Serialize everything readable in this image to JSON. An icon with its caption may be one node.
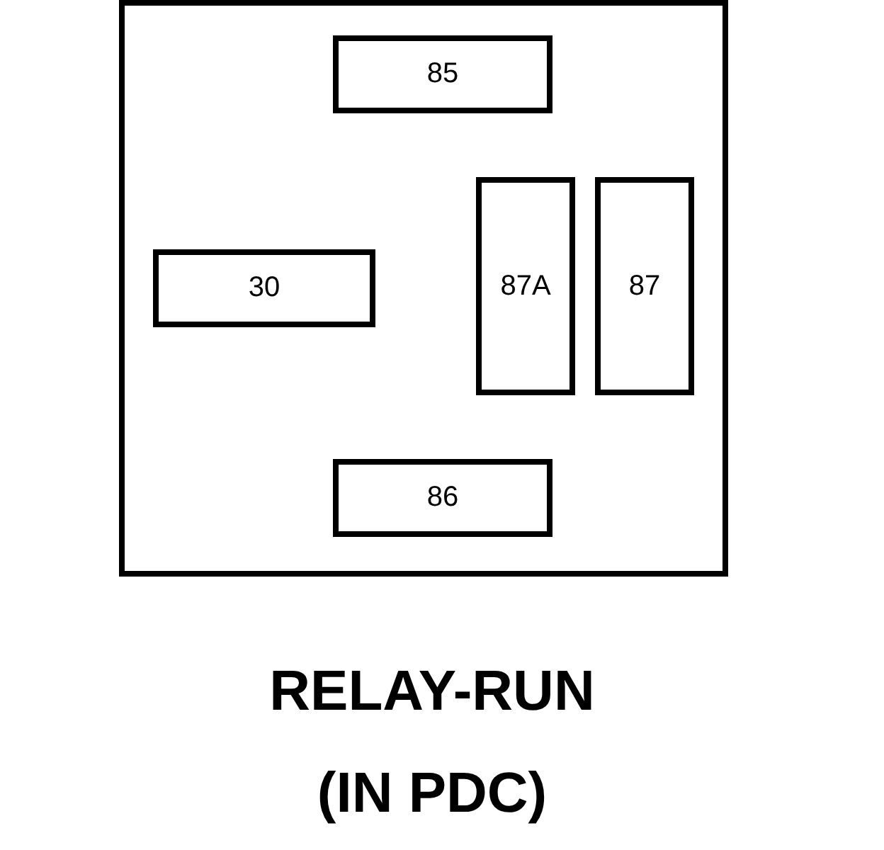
{
  "diagram": {
    "caption": "RELAY-RUN (IN PDC)",
    "nodes": [
      {
        "text": [],
        "shape": "box"
      },
      {
        "text": [
          "85"
        ],
        "in": 0
      },
      {
        "text": [
          "30"
        ],
        "in": 0
      },
      {
        "text": [
          "87A"
        ],
        "in": 0
      },
      {
        "text": [
          "87"
        ],
        "in": 0
      },
      {
        "text": [
          "86"
        ],
        "in": 0
      }
    ]
  }
}
